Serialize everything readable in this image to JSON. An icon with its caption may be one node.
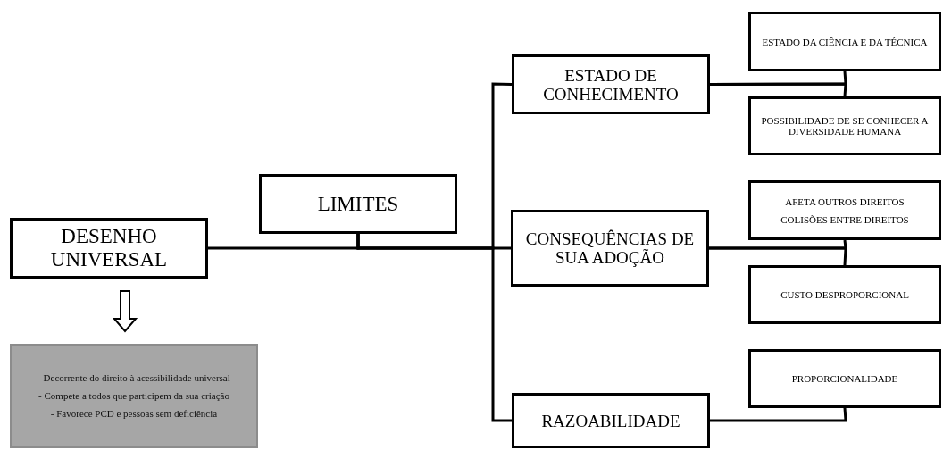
{
  "diagram": {
    "nodes": [
      {
        "text": [
          "DESENHO UNIVERSAL"
        ]
      },
      {
        "text": [
          "LIMITES"
        ]
      },
      {
        "text": [
          "ESTADO DE CONHECIMENTO"
        ]
      },
      {
        "text": [
          "CONSEQUÊNCIAS DE SUA ADOÇÃO"
        ]
      },
      {
        "text": [
          "RAZOABILIDADE"
        ]
      },
      {
        "text": [
          "ESTADO DA CIÊNCIA E DA TÉCNICA"
        ]
      },
      {
        "text": [
          "POSSIBILIDADE DE SE CONHECER A DIVERSIDADE HUMANA"
        ]
      },
      {
        "text": [
          "AFETA OUTROS DIREITOS",
          "COLISÕES ENTRE DIREITOS"
        ]
      },
      {
        "text": [
          "CUSTO DESPROPORCIONAL"
        ]
      },
      {
        "text": [
          "PROPORCIONALIDADE"
        ]
      },
      {
        "text": [
          "- Decorrente do direito à acessibilidade universal",
          "- Compete a todos que participem da sua criação",
          "- Favorece PCD e pessoas sem deficiência"
        ]
      }
    ],
    "edges": [
      {
        "from": 0,
        "to": 1,
        "arrow": "none"
      },
      {
        "from": 1,
        "to": 2,
        "arrow": "none"
      },
      {
        "from": 1,
        "to": 3,
        "arrow": "none"
      },
      {
        "from": 1,
        "to": 4,
        "arrow": "none"
      },
      {
        "from": 2,
        "to": 5,
        "arrow": "none"
      },
      {
        "from": 2,
        "to": 6,
        "arrow": "none"
      },
      {
        "from": 3,
        "to": 7,
        "arrow": "none"
      },
      {
        "from": 3,
        "to": 8,
        "arrow": "none"
      },
      {
        "from": 4,
        "to": 9,
        "arrow": "none"
      },
      {
        "from": 0,
        "to": 10,
        "arrow": "to"
      }
    ]
  }
}
